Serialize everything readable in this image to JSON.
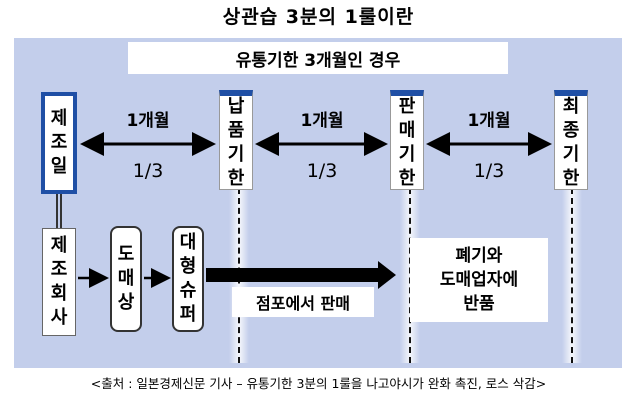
{
  "title": "상관습 3분의 1룰이란",
  "subtitle": "유통기한 3개월인 경우",
  "stages": [
    {
      "chars": [
        "제",
        "조",
        "일"
      ]
    },
    {
      "chars": [
        "납",
        "품",
        "기",
        "한"
      ]
    },
    {
      "chars": [
        "판",
        "매",
        "기",
        "한"
      ]
    },
    {
      "chars": [
        "최",
        "종",
        "기",
        "한"
      ]
    }
  ],
  "intervals": [
    {
      "label": "1개월",
      "fraction": "1/3"
    },
    {
      "label": "1개월",
      "fraction": "1/3"
    },
    {
      "label": "1개월",
      "fraction": "1/3"
    }
  ],
  "flow": {
    "manufacturer": [
      "제",
      "조",
      "회",
      "사"
    ],
    "wholesaler": [
      "도",
      "매",
      "상"
    ],
    "supermarket": [
      "대",
      "형",
      "슈",
      "퍼"
    ],
    "store_sale": "점포에서 판매",
    "return_lines": [
      "폐기와",
      "도매업자에",
      "반품"
    ]
  },
  "source": "<출처 : 일본경제신문 기사 – 유통기한 3분의 1룰을 나고야시가 완화 촉진, 로스 삭감>",
  "colors": {
    "panel": "#c3ceeb",
    "accent": "#1f4fa5"
  }
}
